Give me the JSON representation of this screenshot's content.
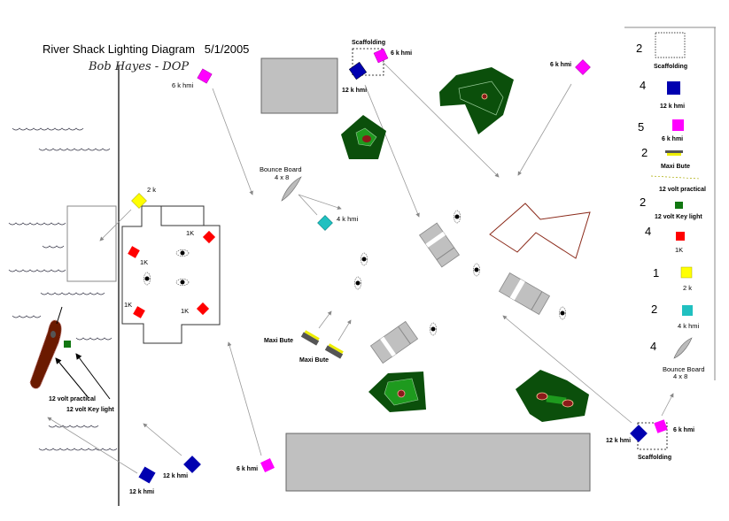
{
  "header": {
    "title": "River Shack Lighting Diagram   5/1/2005",
    "subtitle": "Bob Hayes - DOP"
  },
  "colors": {
    "hmi_12k": "#0000b0",
    "hmi_6k": "#ff00ff",
    "hmi_4k": "#20c0c0",
    "light_1k": "#ff0000",
    "light_2k": "#ffff00",
    "key_12v": "#117711",
    "tree_dark": "#0b4f0b",
    "tree_light": "#1e9a1e",
    "building": "#c0c0c0",
    "boat": "#6b1a00",
    "red_outline": "#8b2a1a"
  },
  "legend": {
    "items": [
      {
        "count": "2",
        "label": "Scaffolding",
        "icon": "scaffolding-icon"
      },
      {
        "count": "4",
        "label": "12 k hmi",
        "icon": "hmi-12k-icon"
      },
      {
        "count": "5",
        "label": "6 k hmi",
        "icon": "hmi-6k-icon"
      },
      {
        "count": "2",
        "label": "Maxi Bute",
        "icon": "maxi-brute-icon"
      },
      {
        "count": "",
        "label": "12 volt practical",
        "icon": "practical-12v-icon"
      },
      {
        "count": "2",
        "label": "12 volt Key light",
        "icon": "key-light-12v-icon"
      },
      {
        "count": "4",
        "label": "1K",
        "icon": "light-1k-icon"
      },
      {
        "count": "1",
        "label": "2 k",
        "icon": "light-2k-icon"
      },
      {
        "count": "2",
        "label": "4 k hmi",
        "icon": "hmi-4k-icon"
      },
      {
        "count": "4",
        "label": "Bounce Board",
        "label2": "4 x 8",
        "icon": "bounce-board-icon"
      }
    ]
  },
  "labels": {
    "hmi6k_topleft": "6 k hmi",
    "scaffolding_top": "Scaffolding",
    "hmi6k_top": "6 k hmi",
    "hmi12k_top": "12 k hmi",
    "hmi6k_topright": "6 k hmi",
    "bounce_board": "Bounce Board",
    "bounce_board_size": "4 x 8",
    "hmi4k": "4 k hmi",
    "light2k": "2 k",
    "k1_a": "1K",
    "k1_b": "1K",
    "k1_c": "1K",
    "k1_d": "1K",
    "practical_12v": "12 volt practical",
    "key_light_12v": "12 volt Key light",
    "maxi_brute_1": "Maxi Bute",
    "maxi_brute_2": "Maxi Bute",
    "hmi12k_bl1": "12 k hmi",
    "hmi12k_bl2": "12 k hmi",
    "hmi6k_bottom": "6 k hmi",
    "hmi12k_br": "12 k hmi",
    "hmi6k_br": "6 k hmi",
    "scaffolding_br": "Scaffolding"
  }
}
